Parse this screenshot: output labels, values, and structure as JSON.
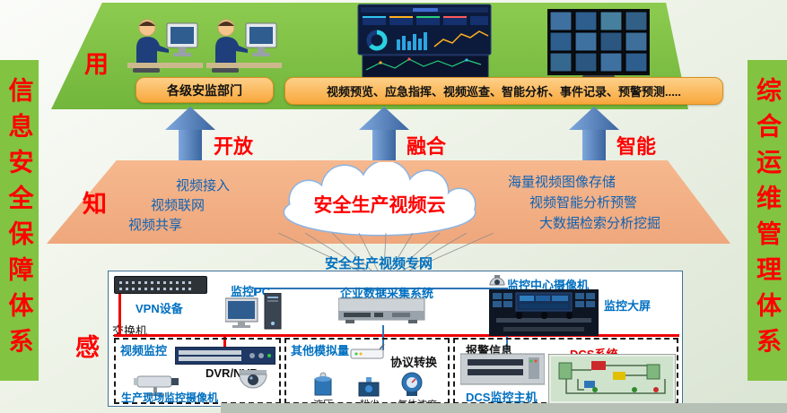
{
  "banners": {
    "left": "信息安全保障体系",
    "right": "综合运维管理体系"
  },
  "use_layer": {
    "tag": "用",
    "dept_box": "各级安监部门",
    "functions_box": "视频预览、应急指挥、视频巡查、智能分析、事件记录、预警预测....."
  },
  "arrows": [
    {
      "label": "开放"
    },
    {
      "label": "融合"
    },
    {
      "label": "智能"
    }
  ],
  "know_layer": {
    "tag": "知",
    "cloud_title": "安全生产视频云",
    "left_items": [
      "视频接入",
      "视频联网",
      "视频共享"
    ],
    "right_items": [
      "海量视频图像存储",
      "视频智能分析预警",
      "大数据检索分析挖掘"
    ]
  },
  "network_label": "安全生产视频专网",
  "sense_layer": {
    "tag": "感",
    "vpn_label": "VPN设备",
    "switch_label": "交换机",
    "pc_label": "监控PC",
    "collector_label": "企业数据采集系统",
    "center_camera_label": "监控中心摄像机",
    "big_screen_label": "监控大屏",
    "groups": {
      "video": {
        "title": "视频监控",
        "dvr_label": "DVR/NVR",
        "camera_label": "生产现场监控摄像机"
      },
      "analog": {
        "title": "其他模拟量",
        "protocol_label": "协议转换",
        "sensors": [
          "液压",
          "粉尘",
          "气体浓度"
        ]
      },
      "alarm": {
        "title": "报警信息",
        "dcs_system_label": "DCS系统",
        "dcs_host_label": "DCS监控主机"
      }
    }
  },
  "colors": {
    "banner_green": "#82C341",
    "stage_green": "#7EC143",
    "band_salmon": "#F4B183",
    "box_orange": "#FBBF5E",
    "arrow_blue": "#4A7EC2",
    "accent_red": "#FF0000",
    "text_blue": "#0070C0"
  }
}
